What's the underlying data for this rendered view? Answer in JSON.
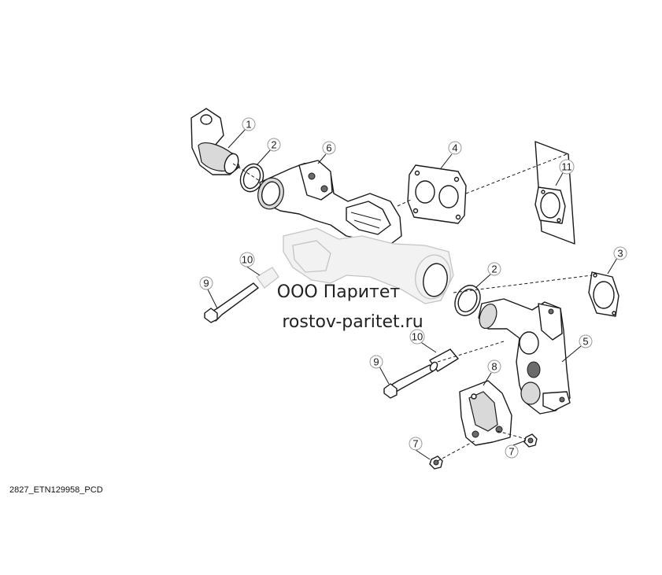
{
  "diagram": {
    "watermark_line1": "ООО Паритет",
    "watermark_line2": "rostov-paritet.ru",
    "drawing_code": "2827_ETN129958_PCD",
    "callouts": {
      "c1": "1",
      "c2a": "2",
      "c2b": "2",
      "c3": "3",
      "c4": "4",
      "c5": "5",
      "c6": "6",
      "c7a": "7",
      "c7b": "7",
      "c8": "8",
      "c9a": "9",
      "c9b": "9",
      "c10a": "10",
      "c10b": "10",
      "c11": "11"
    }
  }
}
